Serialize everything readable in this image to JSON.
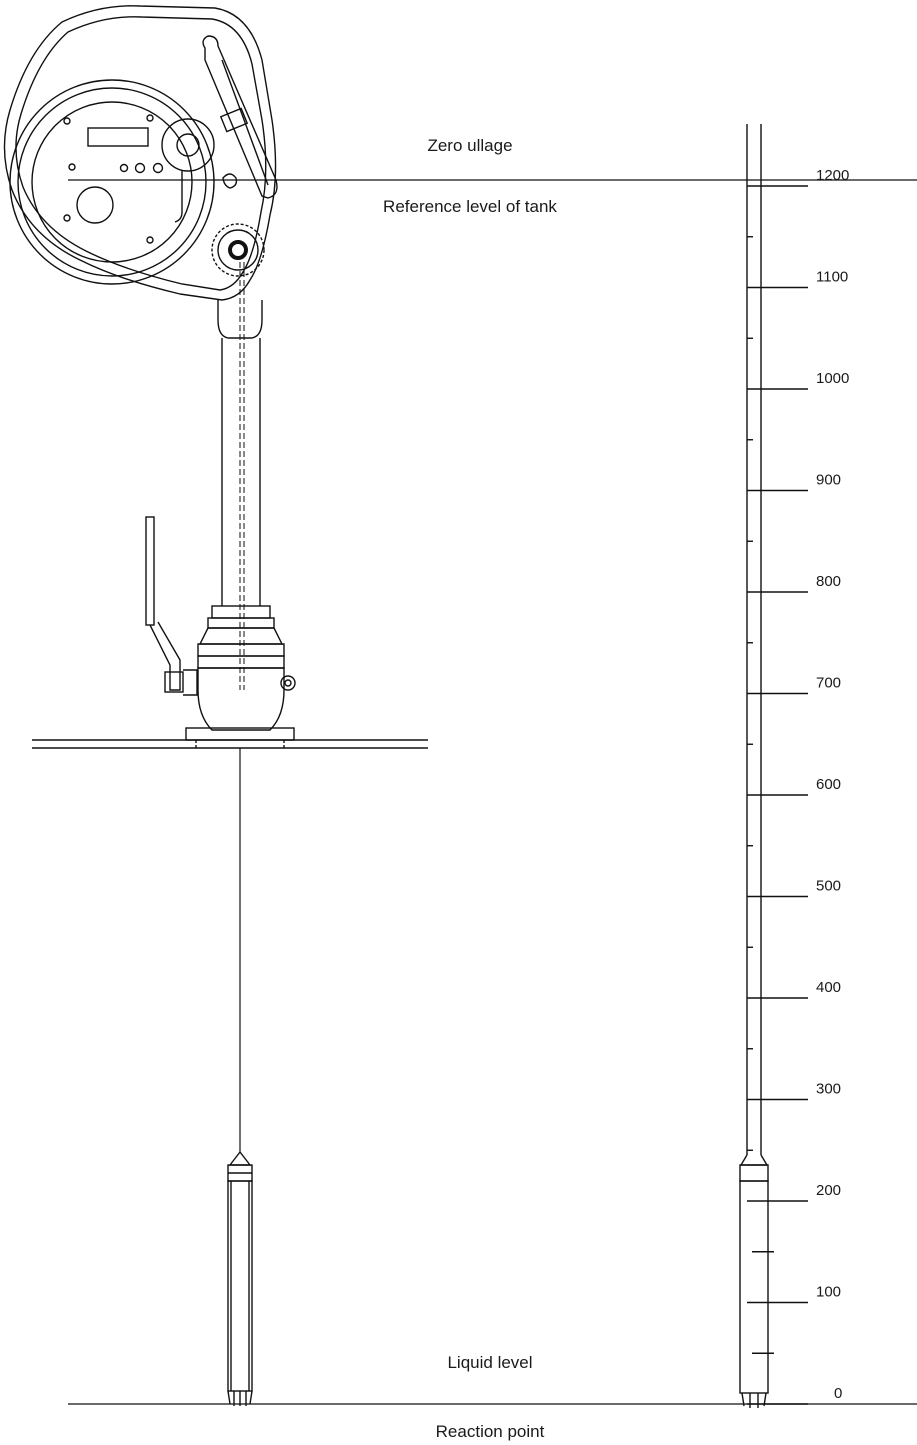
{
  "labels": {
    "zero_ullage": "Zero ullage",
    "reference_level": "Reference level of tank",
    "liquid_level": "Liquid level",
    "reaction_point": "Reaction point"
  },
  "scale": {
    "min": 0,
    "max": 1200,
    "major_step": 100,
    "minor_step": 50,
    "tick_labels": [
      "1200",
      "1100",
      "1000",
      "900",
      "800",
      "700",
      "600",
      "500",
      "400",
      "300",
      "200",
      "100",
      "0"
    ]
  }
}
